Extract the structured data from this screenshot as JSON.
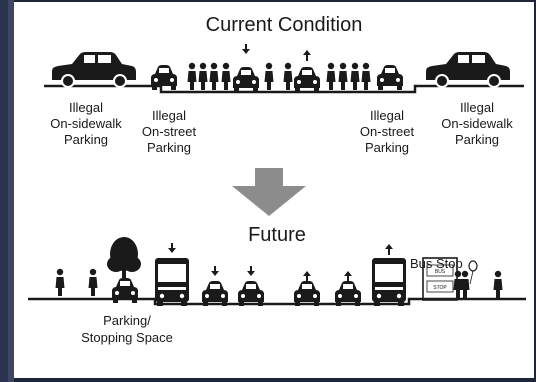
{
  "slide": {
    "left_accent_color": "#2c3550",
    "panel_color": "#ffffff",
    "ink_color": "#1a1a1a"
  },
  "current": {
    "title": "Current Condition",
    "labels": {
      "left_sidewalk": [
        "Illegal",
        "On-sidewalk",
        "Parking"
      ],
      "left_street": [
        "Illegal",
        "On-street",
        "Parking"
      ],
      "right_street": [
        "Illegal",
        "On-street",
        "Parking"
      ],
      "right_sidewalk": [
        "Illegal",
        "On-sidewalk",
        "Parking"
      ]
    }
  },
  "future": {
    "title": "Future",
    "bus_stop_label": "Bus Stop",
    "bus_stop_sign_top": "BUS",
    "bus_stop_sign_bottom": "STOP",
    "parking_label": [
      "Parking/",
      "Stopping Space"
    ]
  },
  "icons": [
    "sedan-car-icon",
    "car-front-icon",
    "pedestrian-icon",
    "down-arrow-icon",
    "up-arrow-icon",
    "bus-front-icon",
    "tree-icon",
    "bus-stop-shelter-icon",
    "balloon-icon",
    "transition-arrow-icon"
  ]
}
